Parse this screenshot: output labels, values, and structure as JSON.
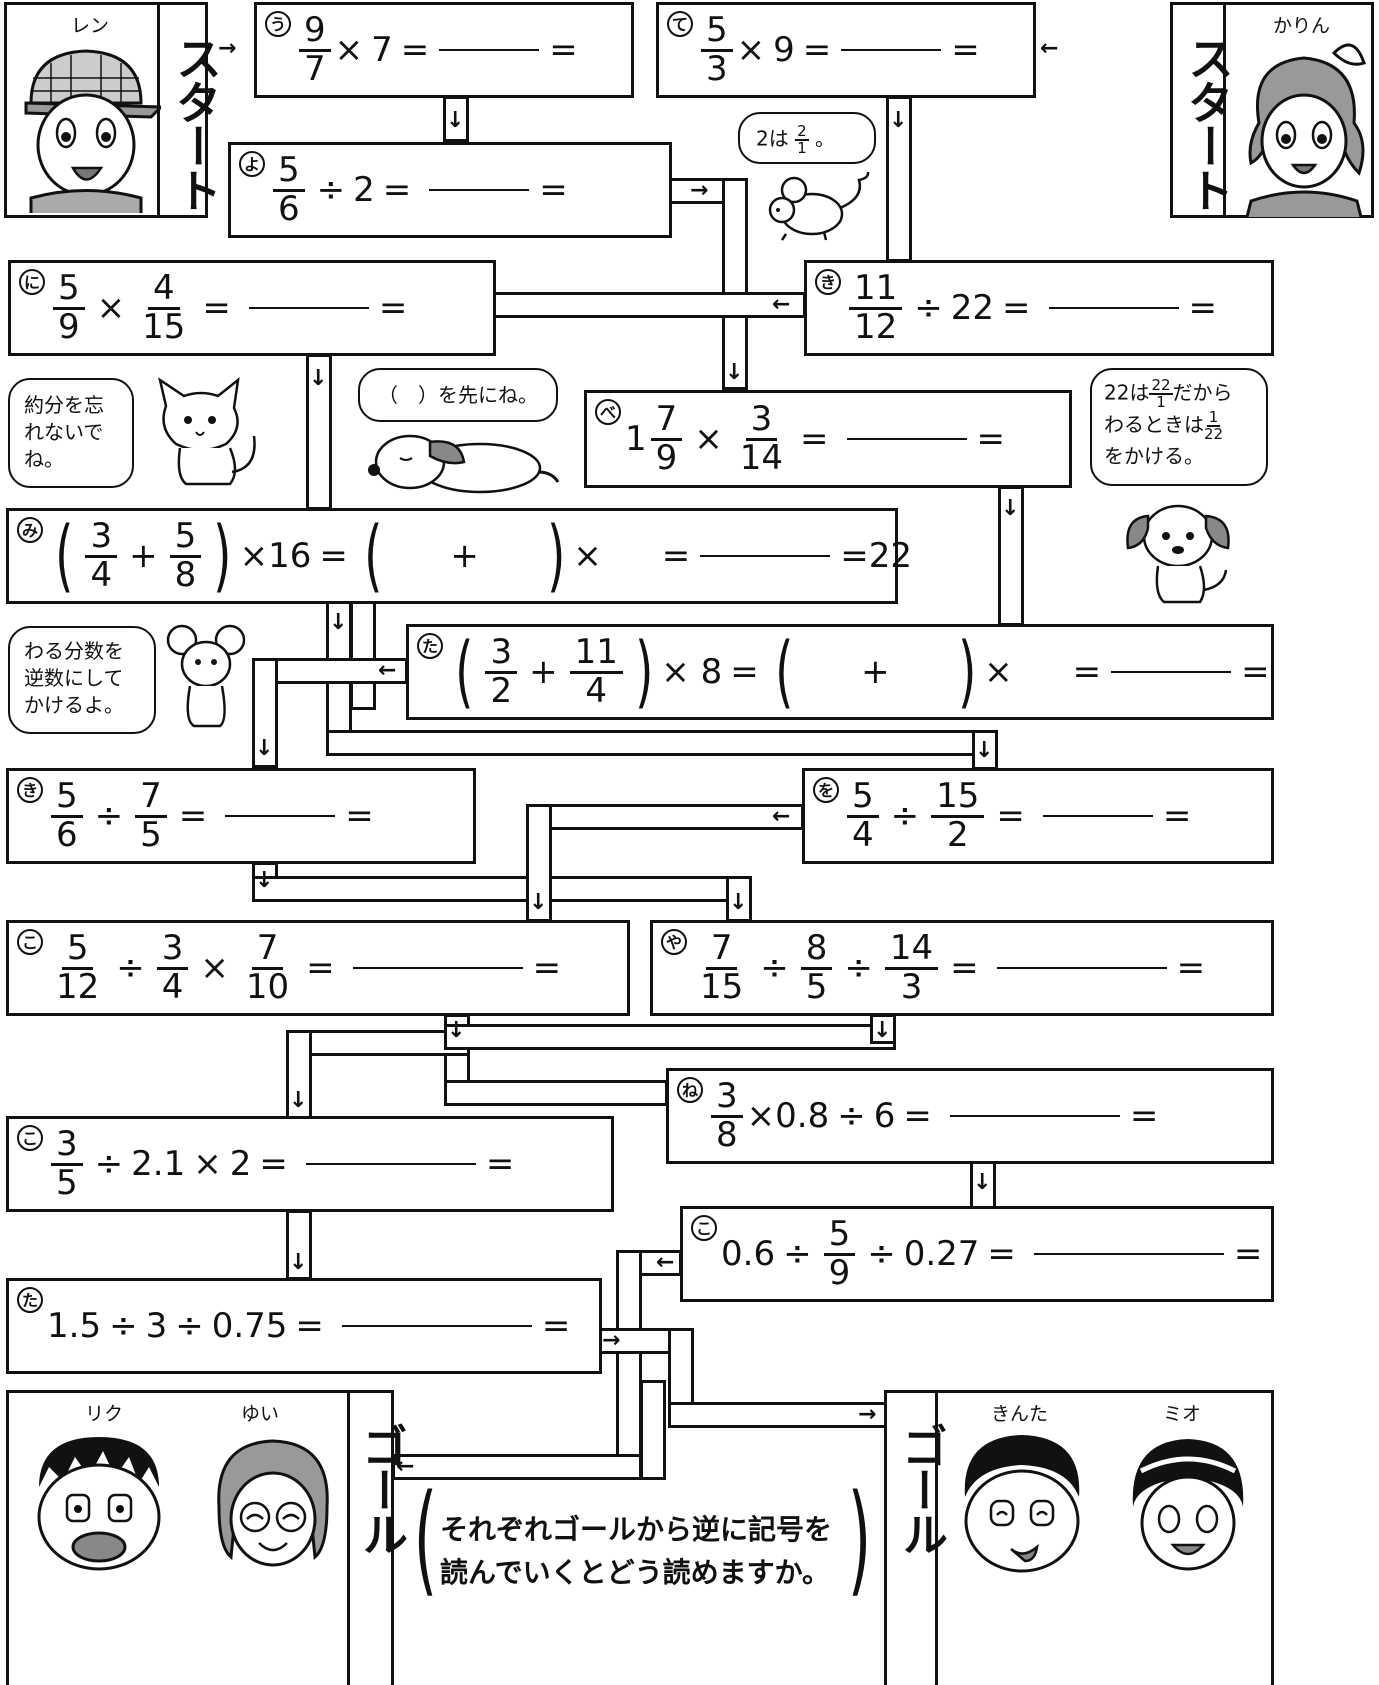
{
  "start_label": "スタート",
  "goal_label": "ゴール",
  "characters": {
    "ren": "レン",
    "karin": "かりん",
    "riku": "リク",
    "yui": "ゆい",
    "kinta": "きんた",
    "mio": "ミオ"
  },
  "bubbles": {
    "mouse_top_a": "2は",
    "mouse_top_frac_n": "2",
    "mouse_top_frac_d": "1",
    "mouse_top_b": "。",
    "cat": "約分を忘れないでね。",
    "dog_mid": "（　）を先にね。",
    "dog_right_a": "22は",
    "dog_right_f1_n": "22",
    "dog_right_f1_d": "1",
    "dog_right_b": "だから",
    "dog_right_c": "わるときは",
    "dog_right_f2_n": "1",
    "dog_right_f2_d": "22",
    "dog_right_d": "をかける。",
    "mouse_left": "わる分数を逆数にしてかけるよ。"
  },
  "problems": {
    "u": {
      "label": "う"
    },
    "te": {
      "label": "て"
    },
    "yo": {
      "label": "よ"
    },
    "ni": {
      "label": "に"
    },
    "ki1": {
      "label": "き"
    },
    "be": {
      "label": "べ"
    },
    "mi": {
      "label": "み",
      "tail": "=22"
    },
    "ta1": {
      "label": "た"
    },
    "ki2": {
      "label": "き"
    },
    "wo": {
      "label": "を"
    },
    "ko1": {
      "label": "こ"
    },
    "ya": {
      "label": "や"
    },
    "ne": {
      "label": "ね"
    },
    "ko2": {
      "label": "こ"
    },
    "ko3": {
      "label": "こ"
    },
    "ta2": {
      "label": "た"
    }
  },
  "question": "それぞれゴールから逆に記号を読んでいくとどう読めますか。"
}
